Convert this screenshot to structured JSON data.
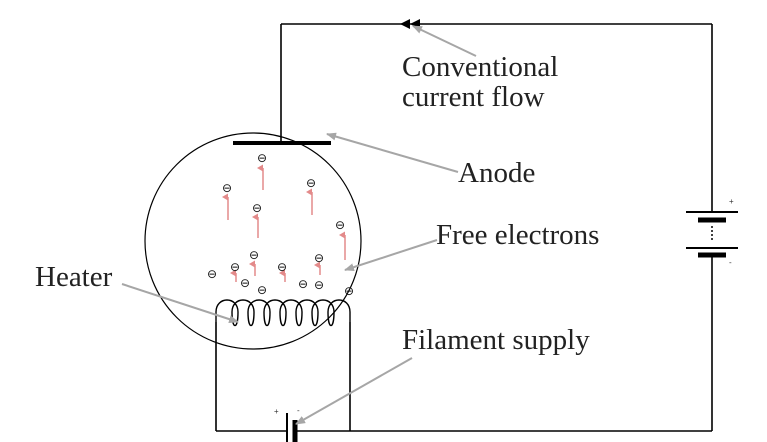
{
  "labels": {
    "conventional_line1": "Conventional",
    "conventional_line2": "current flow",
    "anode": "Anode",
    "free_electrons": "Free electrons",
    "heater": "Heater",
    "filament_supply": "Filament supply"
  },
  "symbols": {
    "electron": "⊖",
    "plus": "+",
    "minus": "-"
  },
  "colors": {
    "wire": "#000000",
    "leader": "#a6a6a6",
    "electron_arrow": "#e38a8a"
  },
  "icons": {
    "current_arrow": "double-arrowhead-left",
    "battery": "battery-symbol"
  }
}
